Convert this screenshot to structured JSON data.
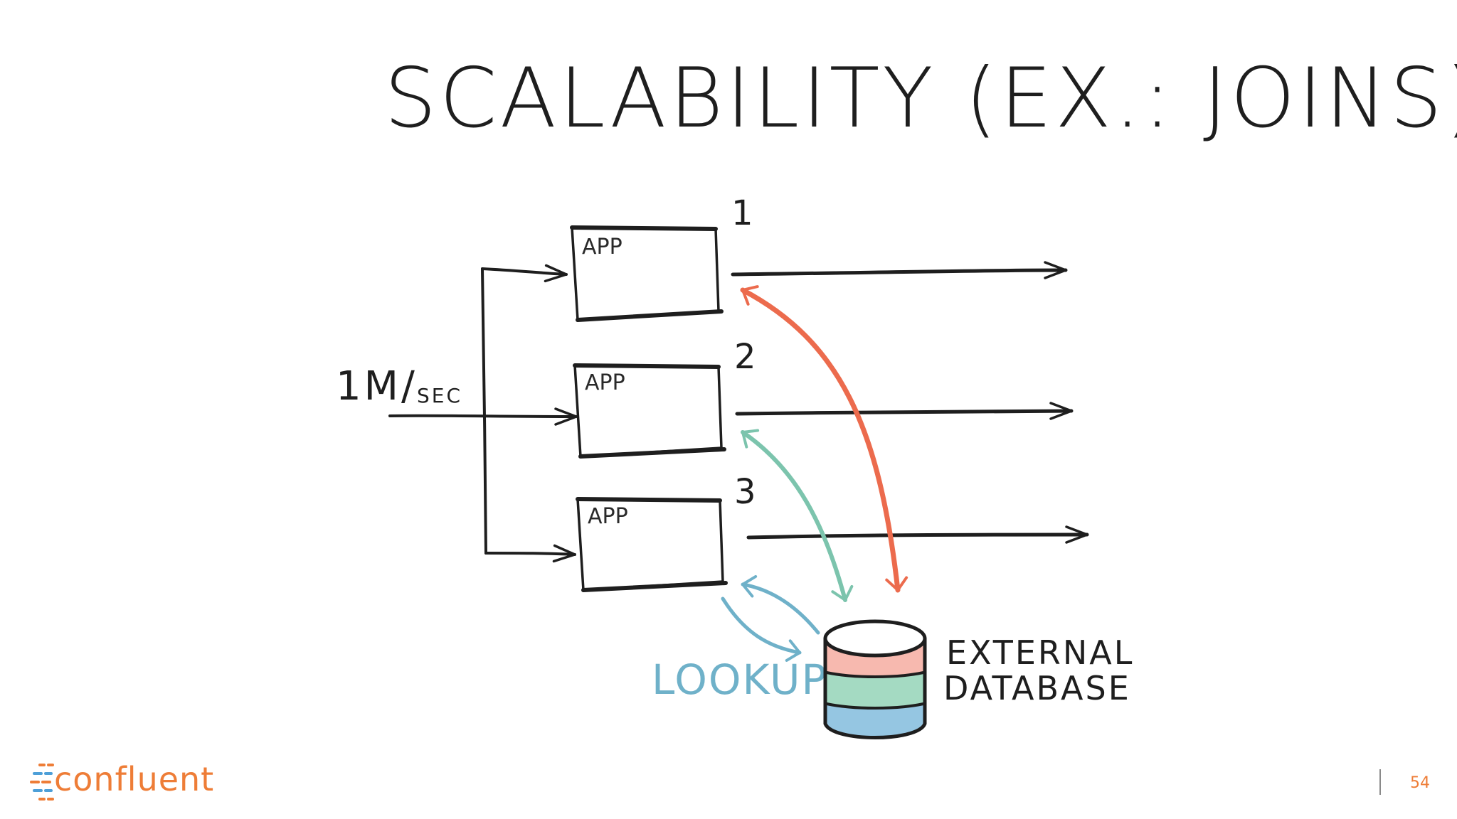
{
  "slide": {
    "title": "SCALABILITY (EX.: JOINS)",
    "page_number": "54"
  },
  "diagram": {
    "input": {
      "rate_main": "1M/",
      "rate_unit": "SEC"
    },
    "apps": [
      {
        "label": "APP",
        "number": "1"
      },
      {
        "label": "APP",
        "number": "2"
      },
      {
        "label": "APP",
        "number": "3"
      }
    ],
    "lookup_label": "LOOKUP",
    "database": {
      "line1": "EXTERNAL",
      "line2": "DATABASE"
    },
    "colors": {
      "ink": "#1e1e1e",
      "arrow_app1": "#ec6b4d",
      "arrow_app2": "#7cc4ad",
      "arrow_app3": "#6fb1c9",
      "db_top": "#f6b1a6",
      "db_middle": "#9fd8bf",
      "db_bottom": "#8fc3e0"
    }
  },
  "brand": {
    "name": "confluent",
    "color": "#ee7d37"
  }
}
